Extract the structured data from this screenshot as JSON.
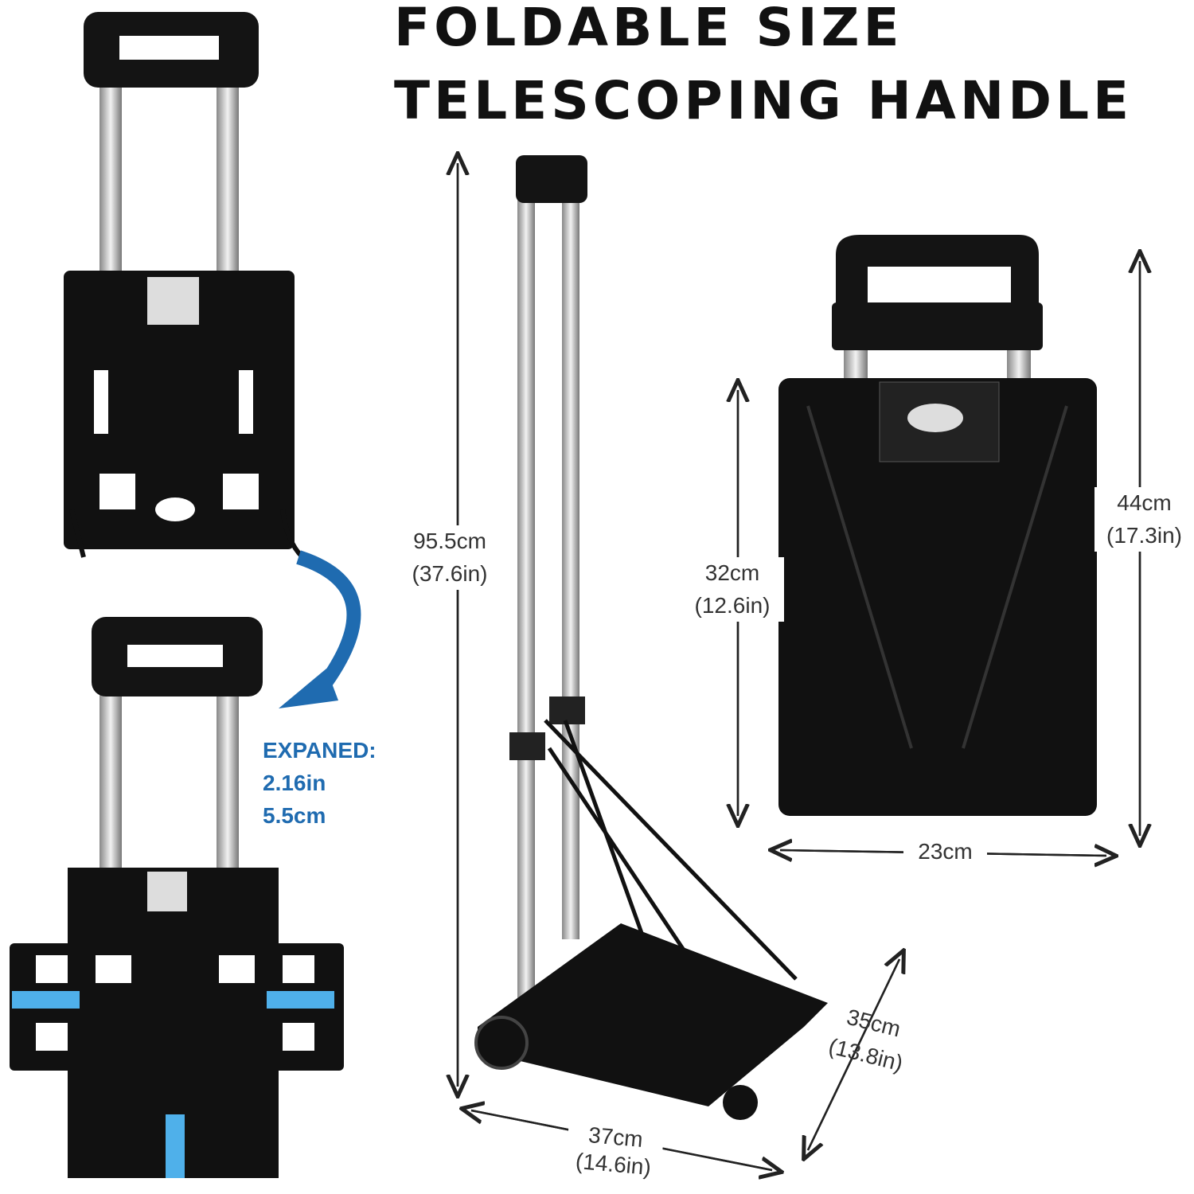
{
  "headline": {
    "line1": "FOLDABLE SIZE",
    "line2": "TELESCOPING HANDLE"
  },
  "dimensions": {
    "height_extended": {
      "cm": "95.5cm",
      "in": "(37.6in)"
    },
    "folded_body_height": {
      "cm": "32cm",
      "in": "(12.6in)"
    },
    "folded_total_height": {
      "cm": "44cm",
      "in": "(17.3in)"
    },
    "folded_width": {
      "cm": "23cm"
    },
    "base_depth": {
      "cm": "35cm",
      "in": "(13.8in)"
    },
    "base_width": {
      "cm": "37cm",
      "in": "(14.6in)"
    }
  },
  "expansion_note": {
    "label": "EXPANED:",
    "inches": "2.16in",
    "cm": "5.5cm"
  },
  "colors": {
    "accent": "#1f6bb0",
    "body": "#111111",
    "frame": "#c8c8c8"
  }
}
